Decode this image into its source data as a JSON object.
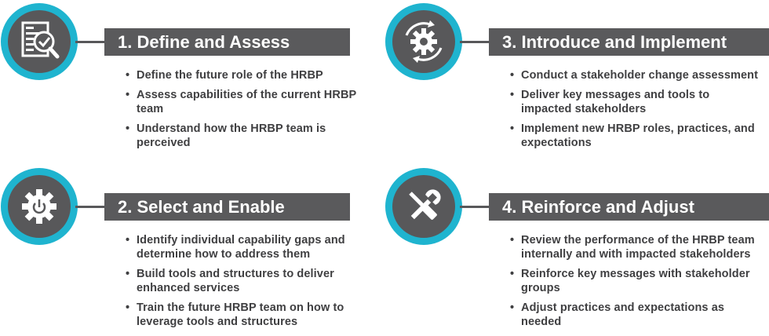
{
  "steps": [
    {
      "title": "1. Define and Assess",
      "icon": "checklist-magnifier-icon",
      "bullets": [
        "Define the future role of the HRBP",
        "Assess capabilities of the current HRBP team",
        "Understand how the HRBP team is perceived"
      ]
    },
    {
      "title": "2. Select and Enable",
      "icon": "gear-power-icon",
      "bullets": [
        "Identify individual capability gaps and determine how to address them",
        "Build tools and structures to deliver enhanced services",
        "Train the future HRBP team on how to leverage tools and structures"
      ]
    },
    {
      "title": "3. Introduce and Implement",
      "icon": "gear-cycle-icon",
      "bullets": [
        "Conduct a stakeholder change assessment",
        "Deliver key messages and tools to impacted stakeholders",
        "Implement new HRBP roles, practices, and expectations"
      ]
    },
    {
      "title": "4. Reinforce and Adjust",
      "icon": "wrench-screwdriver-icon",
      "bullets": [
        "Review the performance of the HRBP team internally and with impacted stakeholders",
        "Reinforce key messages with stakeholder groups",
        "Adjust practices and expectations as needed"
      ]
    }
  ],
  "colors": {
    "ring": "#1fb4cf",
    "core": "#58585a",
    "bar": "#5a5a5c",
    "text": "#3f3f41"
  }
}
